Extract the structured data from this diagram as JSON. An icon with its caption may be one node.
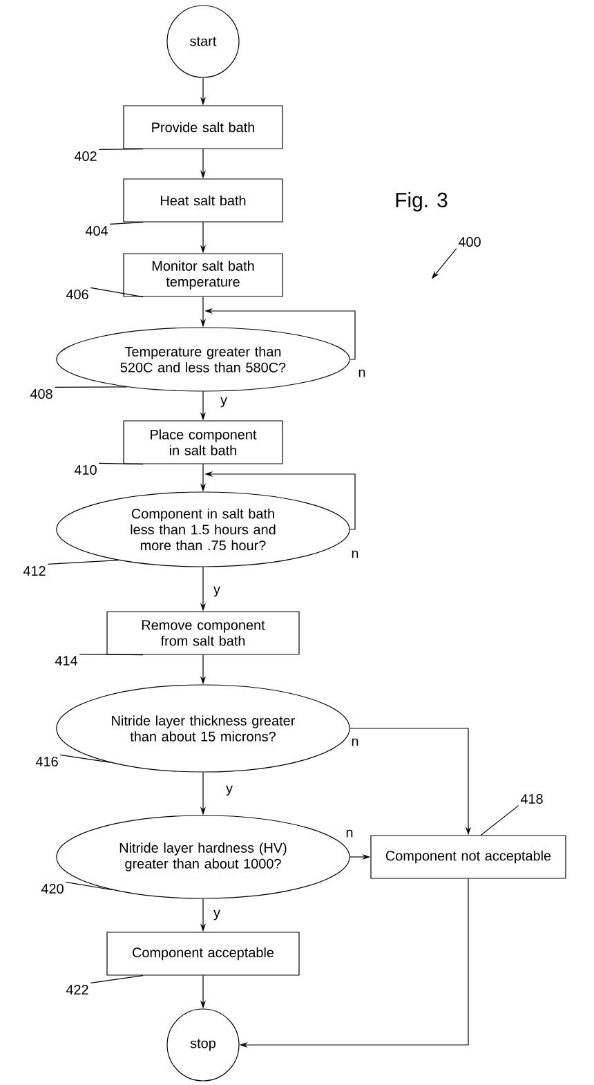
{
  "diagram": {
    "title": "Fig. 3",
    "nodes": [
      {
        "text": [
          "start"
        ]
      },
      {
        "text": [
          "Provide salt bath"
        ]
      },
      {
        "text": [
          "Heat salt bath"
        ]
      },
      {
        "text": [
          "Monitor salt bath temperature"
        ]
      },
      {
        "text": [
          "Temperature greater than 520C and less than 580C?"
        ]
      },
      {
        "text": [
          "Place component in salt bath"
        ]
      },
      {
        "text": [
          "Component in salt bath less than 1.5 hours and more than .75 hour?"
        ]
      },
      {
        "text": [
          "Remove component from salt bath"
        ]
      },
      {
        "text": [
          "Nitride layer thickness greater than about 15 microns?"
        ]
      },
      {
        "text": [
          "Nitride layer hardness (HV) greater than about 1000?"
        ]
      },
      {
        "text": [
          "Component not acceptable"
        ]
      },
      {
        "text": [
          "Component  acceptable"
        ]
      },
      {
        "text": [
          "stop"
        ]
      },
      {
        "text": [
          "402"
        ]
      },
      {
        "text": [
          "404"
        ]
      },
      {
        "text": [
          "406"
        ]
      },
      {
        "text": [
          "408"
        ]
      },
      {
        "text": [
          "410"
        ]
      },
      {
        "text": [
          "412"
        ]
      },
      {
        "text": [
          "414"
        ]
      },
      {
        "text": [
          "416"
        ]
      },
      {
        "text": [
          "418"
        ]
      },
      {
        "text": [
          "420"
        ]
      },
      {
        "text": [
          "422"
        ]
      },
      {
        "text": [
          "400"
        ]
      }
    ],
    "edges": [
      {
        "from": 0,
        "to": 1,
        "arrow": "to"
      },
      {
        "from": 1,
        "to": 2,
        "arrow": "to"
      },
      {
        "from": 2,
        "to": 3,
        "arrow": "to"
      },
      {
        "from": 3,
        "to": 4,
        "arrow": "to"
      },
      {
        "from": 4,
        "to": 4,
        "arrow": "to",
        "label": "n"
      },
      {
        "from": 4,
        "to": 5,
        "arrow": "to",
        "label": "y"
      },
      {
        "from": 5,
        "to": 6,
        "arrow": "to"
      },
      {
        "from": 6,
        "to": 6,
        "arrow": "to",
        "label": "n"
      },
      {
        "from": 6,
        "to": 7,
        "arrow": "to",
        "label": "y"
      },
      {
        "from": 7,
        "to": 8,
        "arrow": "to"
      },
      {
        "from": 8,
        "to": 10,
        "arrow": "to",
        "label": "n"
      },
      {
        "from": 8,
        "to": 9,
        "arrow": "to",
        "label": "y"
      },
      {
        "from": 9,
        "to": 10,
        "arrow": "to",
        "label": "n"
      },
      {
        "from": 9,
        "to": 11,
        "arrow": "to",
        "label": "y"
      },
      {
        "from": 11,
        "to": 12,
        "arrow": "to"
      },
      {
        "from": 10,
        "to": 12,
        "arrow": "to"
      },
      {
        "from": 13,
        "to": 1,
        "arrow": "none"
      },
      {
        "from": 14,
        "to": 2,
        "arrow": "none"
      },
      {
        "from": 15,
        "to": 3,
        "arrow": "none"
      },
      {
        "from": 16,
        "to": 4,
        "arrow": "none"
      },
      {
        "from": 17,
        "to": 5,
        "arrow": "none"
      },
      {
        "from": 18,
        "to": 6,
        "arrow": "none"
      },
      {
        "from": 19,
        "to": 7,
        "arrow": "none"
      },
      {
        "from": 20,
        "to": 8,
        "arrow": "none"
      },
      {
        "from": 21,
        "to": 10,
        "arrow": "none"
      },
      {
        "from": 22,
        "to": 9,
        "arrow": "none"
      },
      {
        "from": 23,
        "to": 11,
        "arrow": "none"
      },
      {
        "from": 24,
        "to": null,
        "arrow": "to"
      }
    ]
  }
}
